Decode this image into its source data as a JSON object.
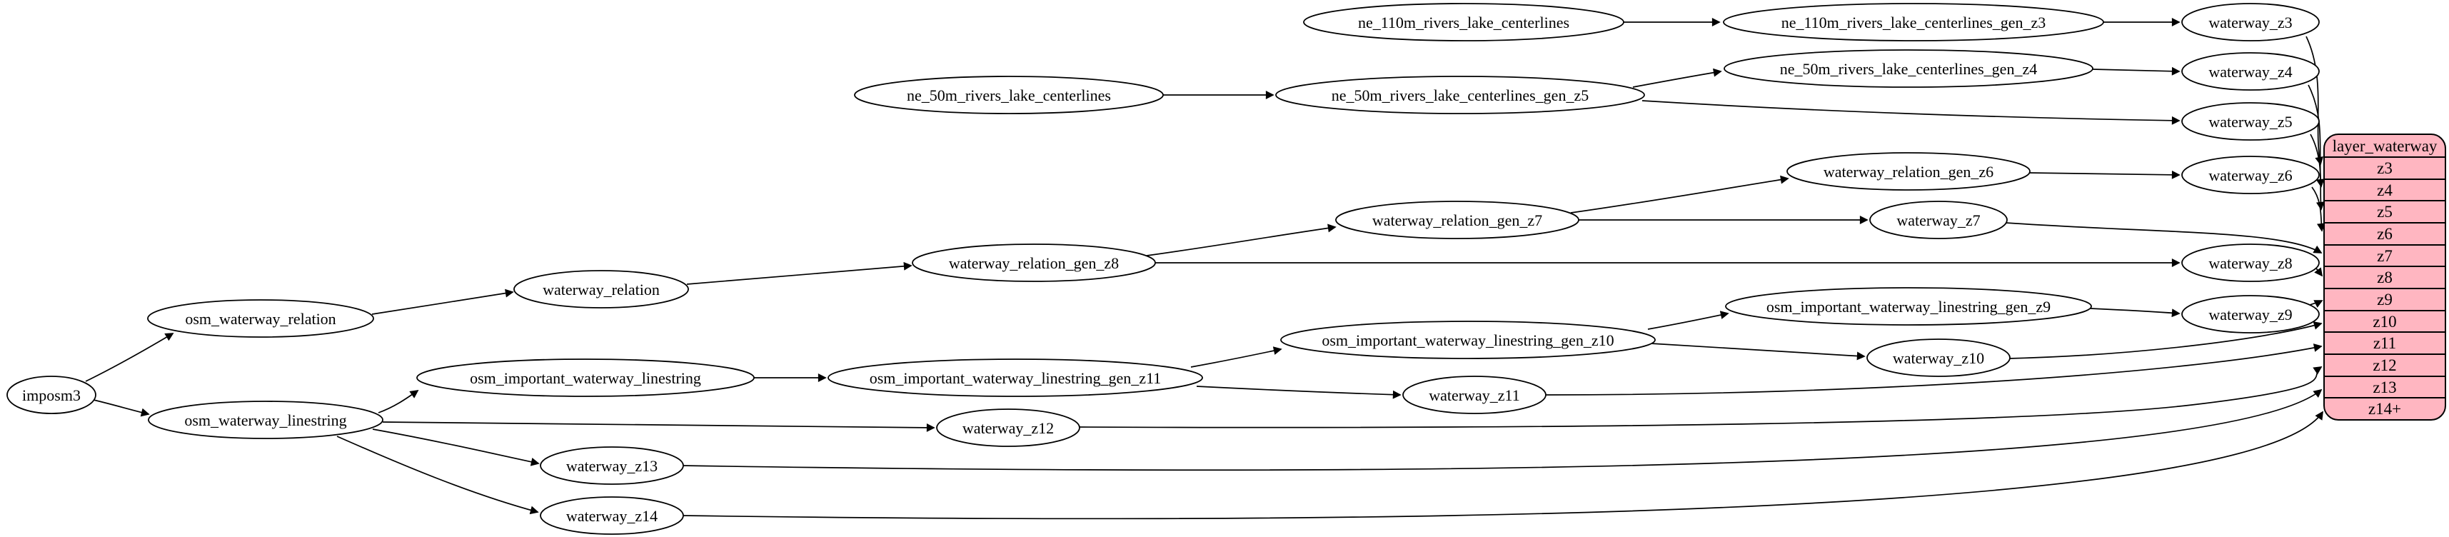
{
  "diagram": {
    "type": "graphviz-dependency-diagram",
    "colors": {
      "node_fill": "#ffffff",
      "table_fill": "#ffb6c1",
      "ink": "#000000"
    },
    "nodes": {
      "imposm3": {
        "label": "imposm3"
      },
      "osm_waterway_relation": {
        "label": "osm_waterway_relation"
      },
      "waterway_relation": {
        "label": "waterway_relation"
      },
      "waterway_relation_gen_z8": {
        "label": "waterway_relation_gen_z8"
      },
      "waterway_relation_gen_z7": {
        "label": "waterway_relation_gen_z7"
      },
      "waterway_relation_gen_z6": {
        "label": "waterway_relation_gen_z6"
      },
      "ne_110m_rivers_lake_centerlines": {
        "label": "ne_110m_rivers_lake_centerlines"
      },
      "ne_110m_rivers_lake_centerlines_gen_z3": {
        "label": "ne_110m_rivers_lake_centerlines_gen_z3"
      },
      "ne_50m_rivers_lake_centerlines": {
        "label": "ne_50m_rivers_lake_centerlines"
      },
      "ne_50m_rivers_lake_centerlines_gen_z5": {
        "label": "ne_50m_rivers_lake_centerlines_gen_z5"
      },
      "ne_50m_rivers_lake_centerlines_gen_z4": {
        "label": "ne_50m_rivers_lake_centerlines_gen_z4"
      },
      "osm_waterway_linestring": {
        "label": "osm_waterway_linestring"
      },
      "osm_important_waterway_linestring": {
        "label": "osm_important_waterway_linestring"
      },
      "osm_important_waterway_linestring_gen_z11": {
        "label": "osm_important_waterway_linestring_gen_z11"
      },
      "osm_important_waterway_linestring_gen_z10": {
        "label": "osm_important_waterway_linestring_gen_z10"
      },
      "osm_important_waterway_linestring_gen_z9": {
        "label": "osm_important_waterway_linestring_gen_z9"
      },
      "waterway_z3": {
        "label": "waterway_z3"
      },
      "waterway_z4": {
        "label": "waterway_z4"
      },
      "waterway_z5": {
        "label": "waterway_z5"
      },
      "waterway_z6": {
        "label": "waterway_z6"
      },
      "waterway_z7": {
        "label": "waterway_z7"
      },
      "waterway_z8": {
        "label": "waterway_z8"
      },
      "waterway_z9": {
        "label": "waterway_z9"
      },
      "waterway_z10": {
        "label": "waterway_z10"
      },
      "waterway_z11": {
        "label": "waterway_z11"
      },
      "waterway_z12": {
        "label": "waterway_z12"
      },
      "waterway_z13": {
        "label": "waterway_z13"
      },
      "waterway_z14": {
        "label": "waterway_z14"
      }
    },
    "table": {
      "title": "layer_waterway",
      "rows": [
        "z3",
        "z4",
        "z5",
        "z6",
        "z7",
        "z8",
        "z9",
        "z10",
        "z11",
        "z12",
        "z13",
        "z14+"
      ]
    },
    "edges": [
      {
        "from": "imposm3",
        "to": "osm_waterway_relation"
      },
      {
        "from": "imposm3",
        "to": "osm_waterway_linestring"
      },
      {
        "from": "osm_waterway_relation",
        "to": "waterway_relation"
      },
      {
        "from": "waterway_relation",
        "to": "waterway_relation_gen_z8"
      },
      {
        "from": "waterway_relation_gen_z8",
        "to": "waterway_relation_gen_z7"
      },
      {
        "from": "waterway_relation_gen_z8",
        "to": "waterway_z8"
      },
      {
        "from": "waterway_relation_gen_z7",
        "to": "waterway_relation_gen_z6"
      },
      {
        "from": "waterway_relation_gen_z7",
        "to": "waterway_z7"
      },
      {
        "from": "waterway_relation_gen_z6",
        "to": "waterway_z6"
      },
      {
        "from": "ne_110m_rivers_lake_centerlines",
        "to": "ne_110m_rivers_lake_centerlines_gen_z3"
      },
      {
        "from": "ne_110m_rivers_lake_centerlines_gen_z3",
        "to": "waterway_z3"
      },
      {
        "from": "ne_50m_rivers_lake_centerlines",
        "to": "ne_50m_rivers_lake_centerlines_gen_z5"
      },
      {
        "from": "ne_50m_rivers_lake_centerlines_gen_z5",
        "to": "ne_50m_rivers_lake_centerlines_gen_z4"
      },
      {
        "from": "ne_50m_rivers_lake_centerlines_gen_z5",
        "to": "waterway_z5"
      },
      {
        "from": "ne_50m_rivers_lake_centerlines_gen_z4",
        "to": "waterway_z4"
      },
      {
        "from": "osm_waterway_linestring",
        "to": "osm_important_waterway_linestring"
      },
      {
        "from": "osm_important_waterway_linestring",
        "to": "osm_important_waterway_linestring_gen_z11"
      },
      {
        "from": "osm_important_waterway_linestring_gen_z11",
        "to": "osm_important_waterway_linestring_gen_z10"
      },
      {
        "from": "osm_important_waterway_linestring_gen_z11",
        "to": "waterway_z11"
      },
      {
        "from": "osm_important_waterway_linestring_gen_z10",
        "to": "osm_important_waterway_linestring_gen_z9"
      },
      {
        "from": "osm_important_waterway_linestring_gen_z10",
        "to": "waterway_z10"
      },
      {
        "from": "osm_important_waterway_linestring_gen_z9",
        "to": "waterway_z9"
      },
      {
        "from": "osm_waterway_linestring",
        "to": "waterway_z12"
      },
      {
        "from": "osm_waterway_linestring",
        "to": "waterway_z13"
      },
      {
        "from": "osm_waterway_linestring",
        "to": "waterway_z14"
      },
      {
        "from": "waterway_z3",
        "to": "layer_waterway.z3"
      },
      {
        "from": "waterway_z4",
        "to": "layer_waterway.z4"
      },
      {
        "from": "waterway_z5",
        "to": "layer_waterway.z5"
      },
      {
        "from": "waterway_z6",
        "to": "layer_waterway.z6"
      },
      {
        "from": "waterway_z7",
        "to": "layer_waterway.z7"
      },
      {
        "from": "waterway_z8",
        "to": "layer_waterway.z8"
      },
      {
        "from": "waterway_z9",
        "to": "layer_waterway.z9"
      },
      {
        "from": "waterway_z10",
        "to": "layer_waterway.z10"
      },
      {
        "from": "waterway_z11",
        "to": "layer_waterway.z11"
      },
      {
        "from": "waterway_z12",
        "to": "layer_waterway.z12"
      },
      {
        "from": "waterway_z13",
        "to": "layer_waterway.z13"
      },
      {
        "from": "waterway_z14",
        "to": "layer_waterway.z14+"
      }
    ]
  }
}
